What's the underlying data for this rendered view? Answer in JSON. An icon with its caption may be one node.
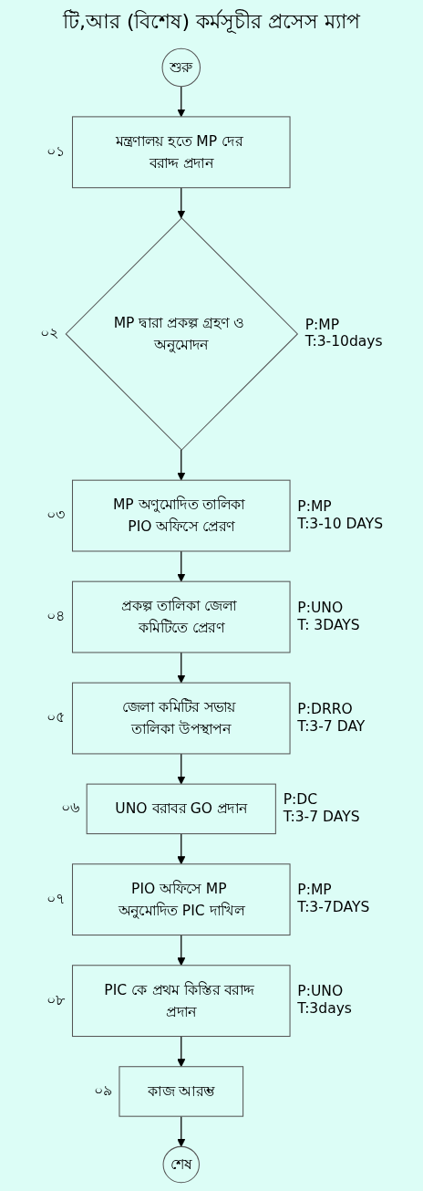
{
  "diagram": {
    "title": "টি,আর  (বিশেষ) কর্মসূচীর প্রসেস ম্যাপ",
    "nodes": [
      {
        "text": [
          "শুরু"
        ]
      },
      {
        "text": [
          "মন্ত্রণালয় হতে MP দের বরাদ্দ প্রদান"
        ],
        "beside": [
          "০১"
        ]
      },
      {
        "text": [
          "MP দ্বারা প্রকল্প গ্রহণ ও অনুমোদন"
        ],
        "beside": [
          "০২",
          "P:MP",
          "T:3-10days"
        ]
      },
      {
        "text": [
          "MP অণুমোদিত তালিকা PIO অফিসে প্রেরণ"
        ],
        "beside": [
          "০৩",
          "P:MP",
          "T:3-10 DAYS"
        ]
      },
      {
        "text": [
          "প্রকল্প তালিকা জেলা কমিটিতে প্রেরণ"
        ],
        "beside": [
          "০৪",
          "P:UNO",
          "T: 3DAYS"
        ]
      },
      {
        "text": [
          "জেলা কমিটির সভায় তালিকা উপস্থাপন"
        ],
        "beside": [
          "০৫",
          "P:DRRO",
          "T:3-7 DAY"
        ]
      },
      {
        "text": [
          "UNO বরাবর GO প্রদান"
        ],
        "beside": [
          "০৬",
          "P:DC",
          "T:3-7 DAYS"
        ]
      },
      {
        "text": [
          "PIO অফিসে MP অনুমোদিত PIC দাখিল"
        ],
        "beside": [
          "০৭",
          "P:MP",
          "T:3-7DAYS"
        ]
      },
      {
        "text": [
          "PIC কে প্রথম কিস্তির বরাদ্দ প্রদান"
        ],
        "beside": [
          "০৮",
          "P:UNO",
          "T:3days"
        ]
      },
      {
        "text": [
          "কাজ আরম্ভ"
        ],
        "beside": [
          "০৯"
        ]
      },
      {
        "text": [
          "শেষ"
        ]
      }
    ],
    "edges": [
      {
        "from": 0,
        "to": 1,
        "arrow": "to"
      },
      {
        "from": 1,
        "to": 2,
        "arrow": "to"
      },
      {
        "from": 2,
        "to": 3,
        "arrow": "to"
      },
      {
        "from": 3,
        "to": 4,
        "arrow": "to"
      },
      {
        "from": 4,
        "to": 5,
        "arrow": "to"
      },
      {
        "from": 5,
        "to": 6,
        "arrow": "to"
      },
      {
        "from": 6,
        "to": 7,
        "arrow": "to"
      },
      {
        "from": 7,
        "to": 8,
        "arrow": "to"
      },
      {
        "from": 8,
        "to": 9,
        "arrow": "to"
      },
      {
        "from": 9,
        "to": 10,
        "arrow": "to"
      }
    ]
  }
}
